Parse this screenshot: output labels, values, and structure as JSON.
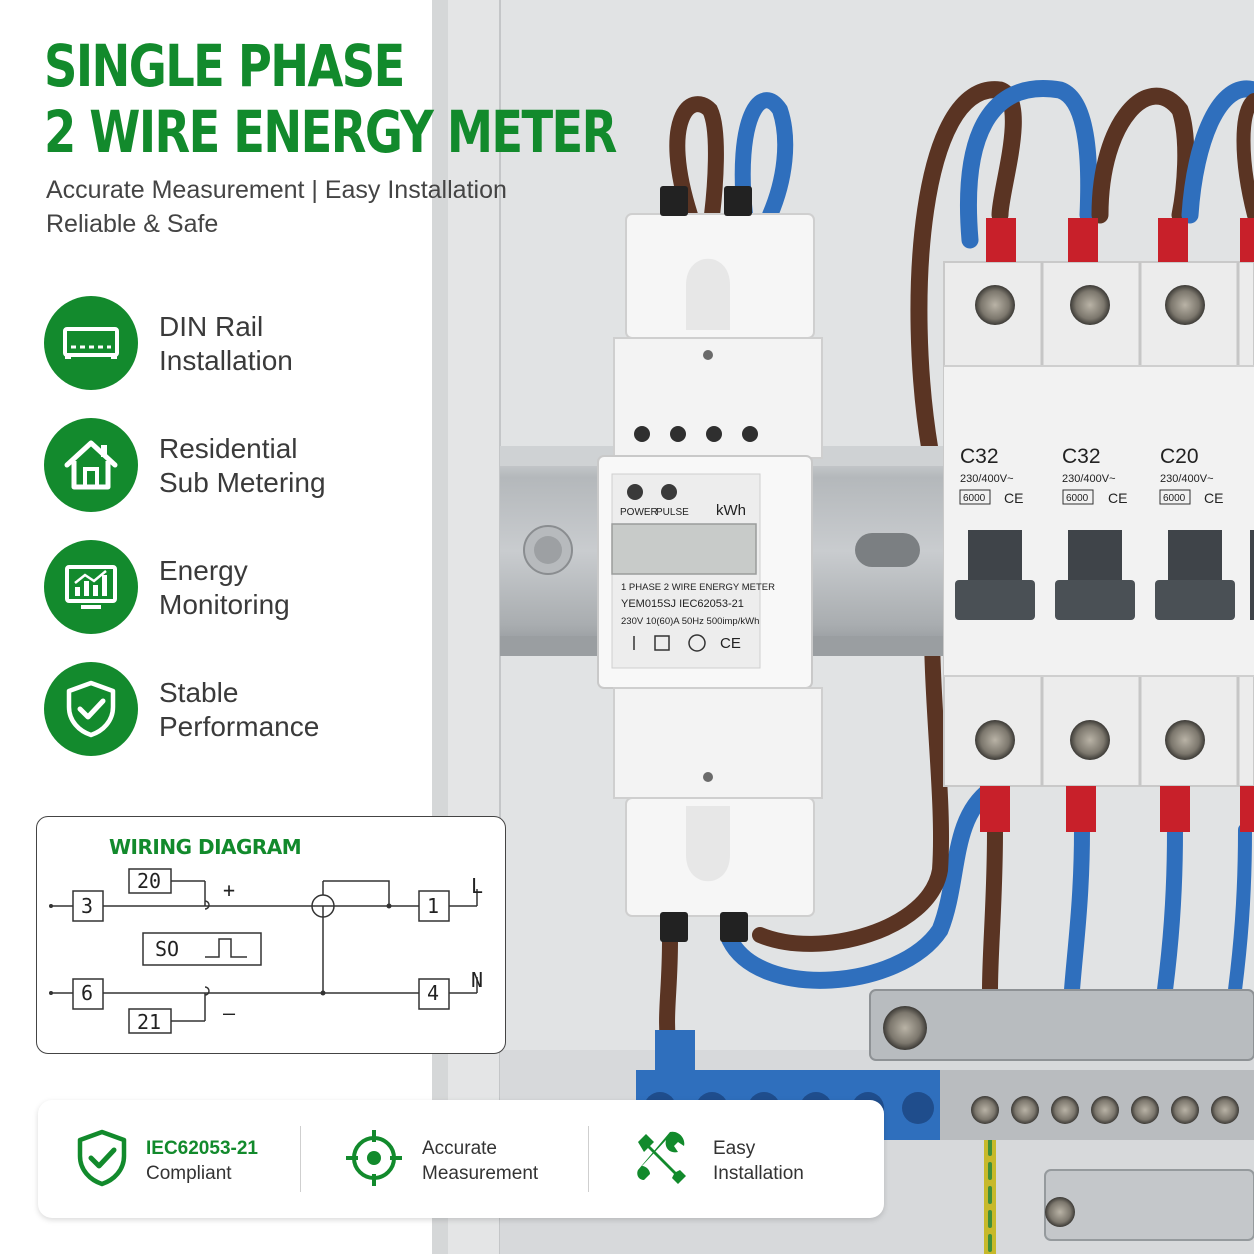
{
  "title": {
    "line1": "SINGLE PHASE",
    "line2": "2 WIRE ENERGY METER"
  },
  "subtitle": {
    "line1": "Accurate Measurement | Easy Installation",
    "line2": "Reliable & Safe"
  },
  "features": [
    {
      "icon": "din-rail-icon",
      "line1": "DIN Rail",
      "line2": "Installation"
    },
    {
      "icon": "house-icon",
      "line1": "Residential",
      "line2": "Sub Metering"
    },
    {
      "icon": "monitor-chart-icon",
      "line1": "Energy",
      "line2": "Monitoring"
    },
    {
      "icon": "shield-check-icon",
      "line1": "Stable",
      "line2": "Performance"
    }
  ],
  "wiring_diagram": {
    "title": "WIRING DIAGRAM",
    "terminal_3": "3",
    "terminal_20": "20",
    "terminal_so": "SO",
    "terminal_6": "6",
    "terminal_21": "21",
    "terminal_1": "1",
    "terminal_4": "4",
    "plus": "+",
    "minus": "–",
    "line_label": "L",
    "neutral_label": "N"
  },
  "meter": {
    "power_label": "POWER",
    "pulse_label": "PULSE",
    "unit": "kWh",
    "line1": "1 PHASE 2 WIRE ENERGY METER",
    "line2": "YEM015SJ  IEC62053-21",
    "line3": "230V  10(60)A 50Hz 500imp/kWh",
    "ce": "CE"
  },
  "breakers": [
    {
      "rating": "C32",
      "voltage": "230/400V~",
      "capacity": "6000",
      "ce": "CE"
    },
    {
      "rating": "C32",
      "voltage": "230/400V~",
      "capacity": "6000",
      "ce": "CE"
    },
    {
      "rating": "C20",
      "voltage": "230/400V~",
      "capacity": "6000",
      "ce": "CE"
    }
  ],
  "badges": [
    {
      "icon": "shield-check-icon",
      "line1": "IEC62053-21",
      "line2": "Compliant"
    },
    {
      "icon": "target-icon",
      "line1": "Accurate",
      "line2": "Measurement"
    },
    {
      "icon": "tools-icon",
      "line1": "Easy",
      "line2": "Installation"
    }
  ],
  "colors": {
    "brand_green": "#128a2c",
    "wire_brown": "#5a3423",
    "wire_blue": "#2f6fbd",
    "cap_red": "#c8202a"
  }
}
